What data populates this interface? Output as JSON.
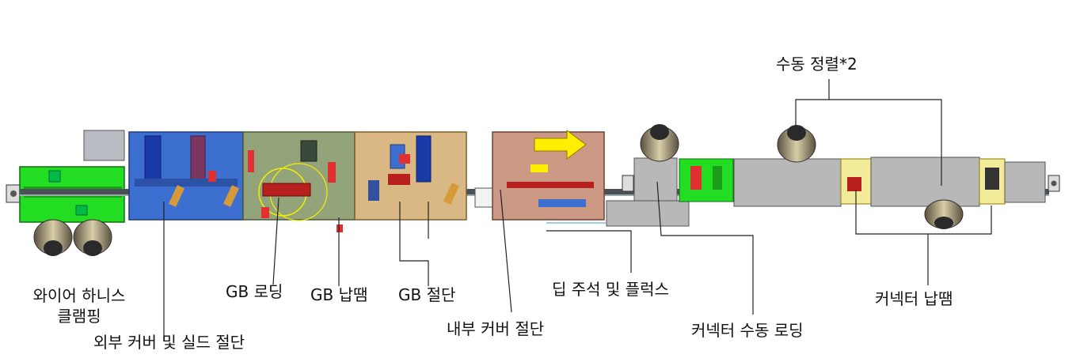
{
  "labels": {
    "wire_harness_clamping_line1": "와이어 하니스",
    "wire_harness_clamping_line2": "클램핑",
    "outer_cover_shield_cut": "외부 커버 및 실드 절단",
    "gb_loading": "GB 로딩",
    "gb_soldering": "GB 납땜",
    "gb_cutting": "GB 절단",
    "inner_cover_cut": "내부 커버 절단",
    "tip_tinning_flux": "딥 주석 및 플럭스",
    "connector_manual_loading": "커넥터 수동 로딩",
    "manual_alignment": "수동 정렬*2",
    "connector_soldering": "커넥터 납땜"
  },
  "colors": {
    "green_station": "#22dd22",
    "blue_station": "#3d6fd0",
    "olive_station": "#93a37a",
    "tan_station": "#d9b884",
    "pink_station": "#cc9985",
    "gray_station": "#b8b8b8",
    "yellow_station": "#f2ec9a",
    "arrow_yellow": "#ffee00",
    "rail": "#4a5055",
    "leader": "#222222"
  }
}
